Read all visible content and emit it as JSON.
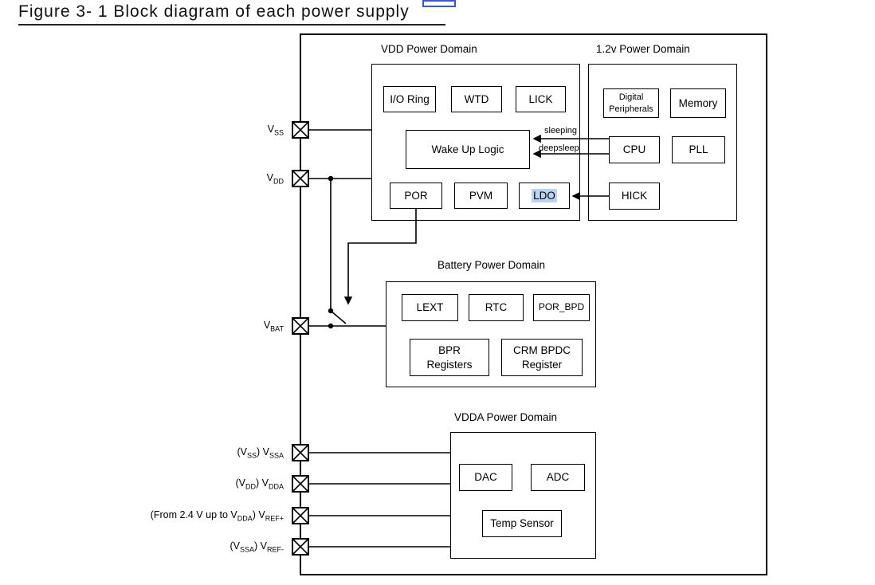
{
  "title": "Figure 3- 1 Block diagram of each power supply",
  "annotations": {
    "sleeping": "sleeping",
    "deepsleep": "deepsleep"
  },
  "domains": {
    "vdd": {
      "label": "VDD Power Domain",
      "blocks": {
        "io_ring": "I/O Ring",
        "wtd": "WTD",
        "lick": "LICK",
        "wake_up_logic": "Wake Up Logic",
        "por": "POR",
        "pvm": "PVM",
        "ldo": "LDO"
      }
    },
    "core12": {
      "label": "1.2v Power Domain",
      "blocks": {
        "digital_peripherals": "Digital\nPeripherals",
        "memory": "Memory",
        "cpu": "CPU",
        "pll": "PLL",
        "hick": "HICK"
      }
    },
    "battery": {
      "label": "Battery Power Domain",
      "blocks": {
        "lext": "LEXT",
        "rtc": "RTC",
        "por_bpd": "POR_BPD",
        "bpr_registers": "BPR\nRegisters",
        "crm_bpdc_register": "CRM BPDC\nRegister"
      }
    },
    "vdda": {
      "label": "VDDA Power Domain",
      "blocks": {
        "dac": "DAC",
        "adc": "ADC",
        "temp_sensor": "Temp Sensor"
      }
    }
  },
  "pins": [
    {
      "id": "vss",
      "segments": [
        {
          "text": "V"
        },
        {
          "text": "SS",
          "sub": true
        }
      ]
    },
    {
      "id": "vdd",
      "segments": [
        {
          "text": "V"
        },
        {
          "text": "DD",
          "sub": true
        }
      ]
    },
    {
      "id": "vbat",
      "segments": [
        {
          "text": "V"
        },
        {
          "text": "BAT",
          "sub": true
        }
      ]
    },
    {
      "id": "vssa",
      "segments": [
        {
          "text": "(V"
        },
        {
          "text": "SS",
          "sub": true
        },
        {
          "text": ") V"
        },
        {
          "text": "SSA",
          "sub": true
        }
      ]
    },
    {
      "id": "vdda",
      "segments": [
        {
          "text": "(V"
        },
        {
          "text": "DD",
          "sub": true
        },
        {
          "text": ") V"
        },
        {
          "text": "DDA",
          "sub": true
        }
      ]
    },
    {
      "id": "vref_plus",
      "segments": [
        {
          "text": "(From 2.4 V up to V"
        },
        {
          "text": "DDA",
          "sub": true
        },
        {
          "text": ") V"
        },
        {
          "text": "REF+",
          "sub": true
        }
      ]
    },
    {
      "id": "vref_minus",
      "segments": [
        {
          "text": "(V"
        },
        {
          "text": "SSA",
          "sub": true
        },
        {
          "text": ") V"
        },
        {
          "text": "REF-",
          "sub": true
        }
      ]
    }
  ],
  "colors": {
    "line": "#000000",
    "ldo_highlight": "#b9d3f1",
    "link_marker": "#3a57d0"
  }
}
